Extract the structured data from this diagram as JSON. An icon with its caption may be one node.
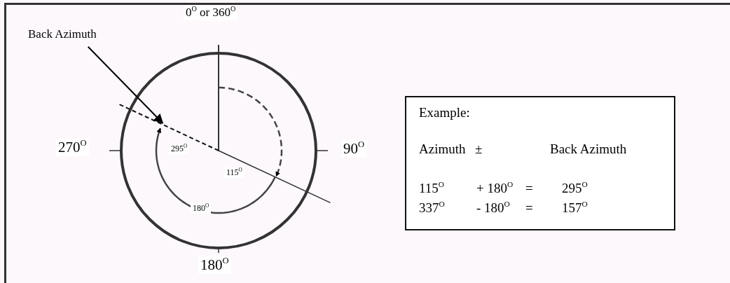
{
  "diagram": {
    "nodes": [
      {
        "text": [
          "Back Azimuth"
        ]
      },
      {
        "text": [],
        "shape": "line"
      },
      {
        "text": [
          "Example:",
          "Azimuth",
          "±",
          "Back Azimuth",
          "115$^{O}$",
          "+ 180$^{O}$",
          "=",
          "295$^{O}$",
          "337$^{O}$",
          "- 180$^{O}$",
          "=",
          "157$^{O}$"
        ]
      }
    ],
    "edges": [
      {
        "from": 0,
        "to": 1,
        "arrow": "to"
      }
    ],
    "labels": [
      "0$^{O}$ or 360$^{O}$",
      "270$^{O}$",
      "90$^{O}$",
      "295$^{O}$",
      "115$^{O}$",
      "180$^{O}$",
      "180$^{O}$"
    ]
  }
}
